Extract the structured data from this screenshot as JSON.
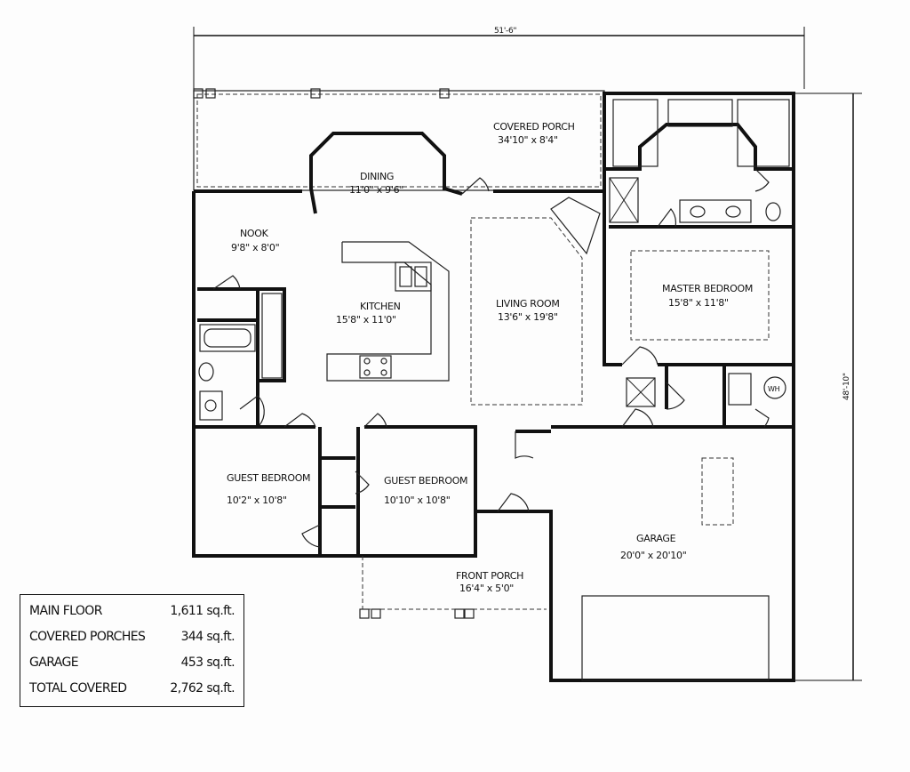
{
  "dimensions": {
    "overall_width": "51'-6\"",
    "overall_depth": "48'-10\""
  },
  "rooms": {
    "covered_porch": {
      "name": "COVERED PORCH",
      "size": "34'10\" x 8'4\""
    },
    "dining": {
      "name": "DINING",
      "size": "11'0\" x 9'6\""
    },
    "nook": {
      "name": "NOOK",
      "size": "9'8\" x 8'0\""
    },
    "kitchen": {
      "name": "KITCHEN",
      "size": "15'8\" x 11'0\""
    },
    "living_room": {
      "name": "LIVING ROOM",
      "size": "13'6\" x 19'8\""
    },
    "master_bedroom": {
      "name": "MASTER BEDROOM",
      "size": "15'8\" x 11'8\""
    },
    "guest_bedroom_1": {
      "name": "GUEST BEDROOM",
      "size": "10'2\" x 10'8\""
    },
    "guest_bedroom_2": {
      "name": "GUEST BEDROOM",
      "size": "10'10\" x 10'8\""
    },
    "front_porch": {
      "name": "FRONT PORCH",
      "size": "16'4\" x 5'0\""
    },
    "garage": {
      "name": "GARAGE",
      "size": "20'0\" x 20'10\""
    },
    "water_heater": "WH"
  },
  "area_table": [
    {
      "label": "MAIN FLOOR",
      "value": "1,611 sq.ft."
    },
    {
      "label": "COVERED PORCHES",
      "value": "344 sq.ft."
    },
    {
      "label": "GARAGE",
      "value": "453 sq.ft."
    },
    {
      "label": "TOTAL COVERED",
      "value": "2,762 sq.ft."
    }
  ]
}
